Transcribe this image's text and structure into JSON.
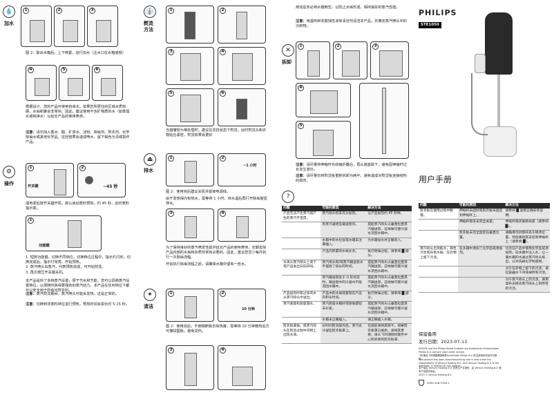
{
  "col1": {
    "fill_label": "加水",
    "fig2_caption": "图 2：取出水箱后，上下倒置，进行加水（注水口在水箱底部）",
    "para1": "根据设计，您的产品可使用自来水。如果您所居住的区域水质较硬，水垢积聚会非常快。因此，建议使用不含矿物质的水（如蒸馏水或纯净水）以延长产品的使用寿命。",
    "note1_label": "注意：",
    "note1": "请勿加入香水、醋、矿泉水、淀粉、除垢剂、熨衣剂、化学除垢水或其他化学品，这些物质会造成喷水、留下褐色污渍或损坏产品。",
    "operate_label": "操作",
    "power_switch": "开关键",
    "timer": "~45 秒",
    "para2": "插电源后按开关键开机，默认启动蒸料预热，约 45 秒，此时蒸料指示亮。",
    "func_key": "功能键",
    "list": [
      "1. 短按功能键，切换不同档位，切换档位过程中，指示灯闪烁；切换完成后，指示灯常亮，开始预热。",
      "2. 蒸汽喷头出蒸汽，代表预热完成，可开始熨烫。",
      "3. 再次按压开关键关机。"
    ],
    "para3": "本产品是快了多档蒸汽设置，便于节水和节能，您可以调高蒸汽设置档位，以便随时获得更强劲的蒸汽动力。本产品在任何档位下都可以安全用于所有可熨衣料。",
    "note2_label": "注意：",
    "note2": "蒸汽熨烫期间，蒸汽喷头可能会发热。这是正常的。",
    "note3_label": "注意：",
    "note3": "切换到非蒸料档位进行预热，预热时间会如长约 5-15 秒。"
  },
  "col2": {
    "ironing_label": "熨烫方法",
    "para1": "当褶皱较为难处理时，建议在衣挂状态下熨烫，此时熨烫头和衣物贴合紧密，熨烫效果会更好",
    "drain_label": "排水",
    "drain_time": "~1 小时",
    "fig2_caption": "图 2：使用完后建议关机并拔掉电源线。",
    "para2": "由于发热保内有热水，需等待 1 小时，待水温后再打开除垢旋钮排水。",
    "para3": "为了保持良好的蒸汽喷发性能并延长产品的使用寿命，定期去除产品内部的水垢和杂质非常有必要的。因此，建议您至少每月执行一次除垢流程。",
    "para4": "开始执行除垢流程之前，请确保水箱中留有一些水。",
    "clean_label": "清洁",
    "clean_time": "10 分钟",
    "fig2_caption2": "图 2：使用完后，不使钢刷板仍有热度，需等待 10 分钟散热后方可擦拭图板，避免烫伤。"
  },
  "col3": {
    "para1": "用完后务必将水箱倒空，以防止水垢形成，保持良好的蒸汽性能。",
    "note1_label": "注意：",
    "note1": "用温布和非腐蚀性液体清洁剂清洁本产品，并擦去蒸汽喷头中的沉积物。",
    "disassemble_label": "拆卸",
    "note2_label": "注意：",
    "note2": "请尽量将伸缩杆先收缩折叠后，再从底座取下，避免因伸缩杆过长发生意外。",
    "note3_label": "注意：",
    "note3": "请尽量勿将熨烫板重新拆卸为两半，避免造成对熨烫板连接结构的损伤。",
    "table_headers": [
      "问题",
      "可能的原因",
      "解决方法"
    ],
    "table_rows": [
      [
        "产品无法产生蒸汽或产生的蒸汽不连贯。",
        "蒸汽喷头机未充分加热。",
        "让产品加热约 45 秒钟。"
      ],
      [
        "",
        "有蒸汽凝结在输送管内。",
        "提起蒸汽喷头以垂直拉直蒸汽输送管，这样做可使冷凝水流回水箱中。"
      ],
      [
        "",
        "水箱中的水位低或水箱未注满插入。",
        "为水箱加水并正确装入。"
      ],
      [
        "",
        "产品内积累的水垢太多。",
        "执行除垢过程，请参阅 █ 部分。"
      ],
      [
        "水滴从蒸汽喷头上滴下或产品发出汩汩声响。",
        "蒸汽喷头和/或蒸汽输送管水平摆放了较长的时间。",
        "提起蒸汽喷头以垂直拉直蒸汽输送管，这样做可使冷凝水流回水箱中。"
      ],
      [
        "",
        "蒸汽输送管处于 U 形状态时，输送管中的冷凝水不能流回水箱中。",
        "提起蒸汽喷头以垂直拉直蒸汽输送管，这样做可使冷凝水流回水箱中。"
      ],
      [
        "产品加热时有过多的水从蒸汽喷头中溢出。",
        "产品中的水垢或者管在产品内积长时间。",
        "执行除垢过程，请参阅 █ 部分。"
      ],
      [
        "蒸汽底座机底座漏水。",
        "蒸汽底座水箱好或除垢旋钮未拧紧。",
        "提起蒸汽喷头以垂直拉直蒸汽输送管，这样做可使冷凝水流回水箱中。"
      ],
      [
        "",
        "水箱未正确插入。",
        "请正确插入水箱。"
      ],
      [
        "熨衣板漏垢，或蒸汽喷头在熨烫过程中衣物上出现水滴。",
        "长时间熨烫操作后，蒸汽会冷凝在熨衣板罩上。",
        "在按前请将其晾干，如果熨衣板罩已被损，请将其更换，请从飞利浦授权服务中心购买新的熨衣板罩。"
      ]
    ]
  },
  "col4": {
    "brand": "PHILIPS",
    "model": "STE1050",
    "manual_title": "用户手册",
    "table_headers": [
      "问题",
      "可能的原因",
      "解决方法"
    ],
    "table_rows": [
      [
        "熨衣板在使用过程中脱落。",
        "伸缩杆未固好或熨衣板未固定到伸缩杆上。",
        "请参阅 █ 查看正确安装说明。"
      ],
      [
        "",
        "伸缩杆锁夹未完全关紧。",
        "伸缩杆锁夹重新关紧（请参阅 █）。"
      ],
      [
        "",
        "熨衣板未完全固定在垂直位置。",
        "请确保可拆卸杆处于锁闭位置，然后再将其安装到伸缩杆上（请参阅 █）。"
      ],
      [
        "蒸汽喷头出现脏水，褐色污渍或白色水垢，在衣物上留下污渍。",
        "在水箱中添加了化学品或添加剂。",
        "切勿在产品中使用化学品或添加剂。向水箱中注入水，让一满水箱的水通过蒸汽喷头排出，以冲洗掉化学残留物。"
      ],
      [
        "",
        "",
        "对于在衣物上留下的污渍，请在容器水下冲洗掉所有污渍。"
      ],
      [
        "",
        "",
        "对于蒸汽喷头上的污渍，请用湿布去擦去蒸汽喷头上的所有的污渍。"
      ]
    ],
    "keep_label": "保留备用",
    "date": "发行日期：2023-07-13",
    "fine1": "PHILIPS and the Philips Shield Emblem are trademarks of Koninklijke Philips N.V. and are used under license.",
    "fine2": "飞利浦及飞利浦盾牌图案是Koninklijke Philips N.V. 的注册商标并经许可使用。",
    "fine3": "This product has been manufactured by and is sold under the responsibility of Versuni Holding B.V., and Versuni Holding B.V. is the warrantor in relation to this product.",
    "fine4": "本产品由 Versuni Holding B.V. 负责生产并销售，由 Versuni Holding B.V. 就本产品提供保证。",
    "fine5": "2023 © Versuni Holding B.V.",
    "code": "3000.106.3706.1"
  }
}
